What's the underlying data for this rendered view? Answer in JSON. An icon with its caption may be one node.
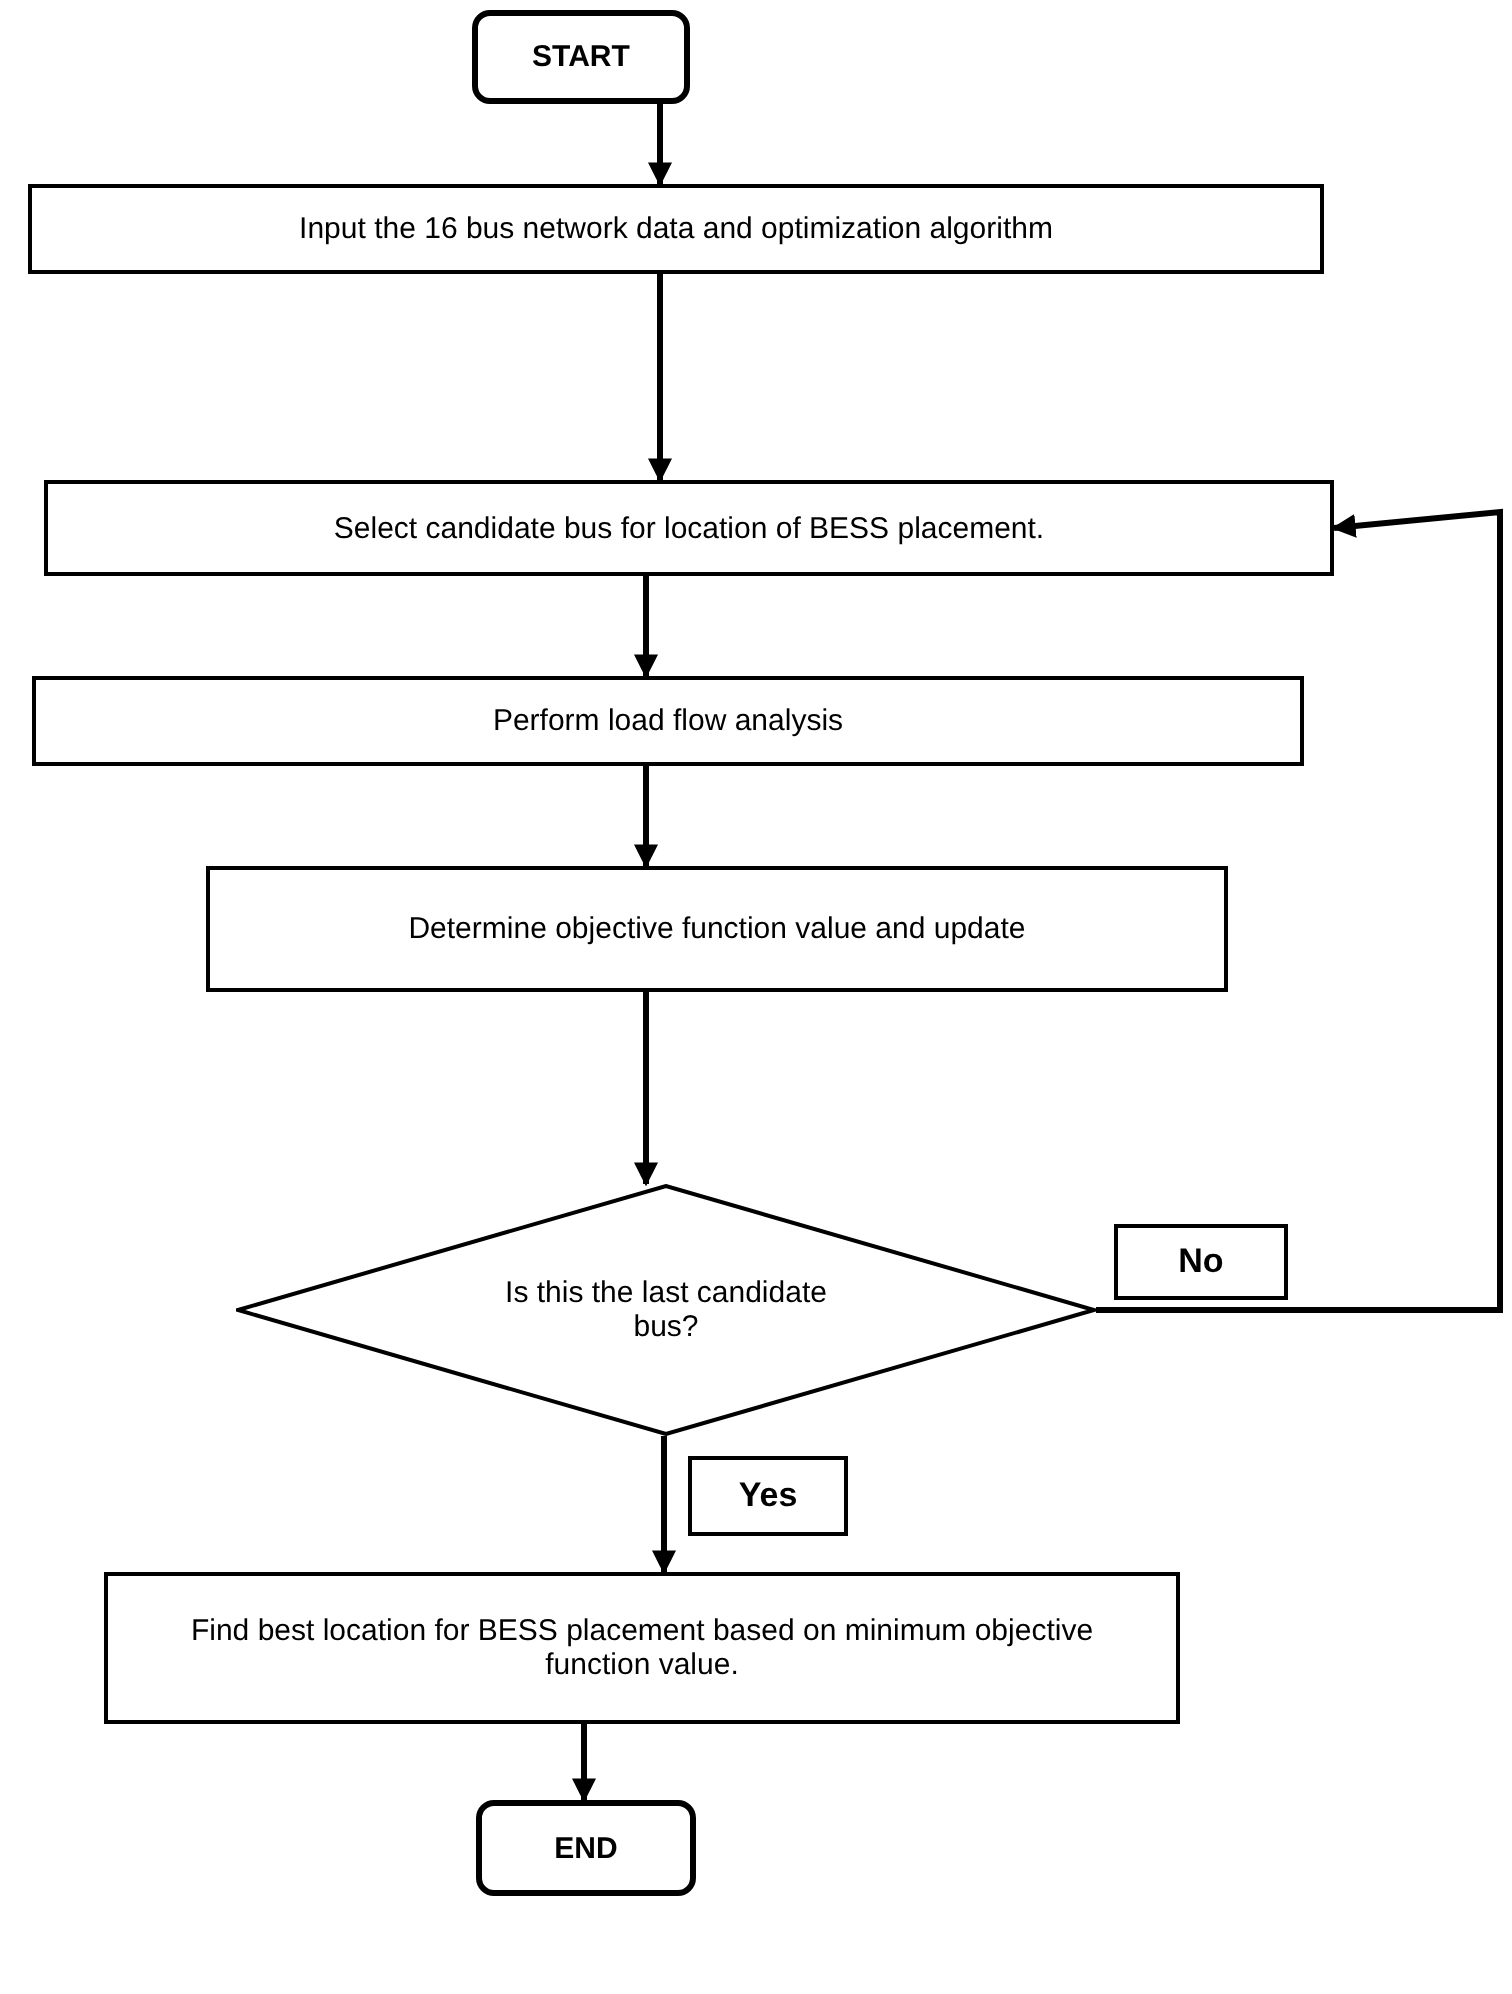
{
  "diagram": {
    "nodes": [
      {
        "text": [
          "START"
        ]
      },
      {
        "text": [
          "Input the 16 bus network data and optimization algorithm"
        ]
      },
      {
        "text": [
          "Select candidate bus for location of BESS placement."
        ]
      },
      {
        "text": [
          "Perform load flow analysis"
        ]
      },
      {
        "text": [
          "Determine objective function value and update"
        ]
      },
      {
        "text": [
          "Is this the last candidate bus?"
        ]
      },
      {
        "text": [
          "Find best location for BESS placement based on minimum objective function value."
        ]
      },
      {
        "text": [
          "END"
        ]
      }
    ],
    "edges": [
      {
        "from": 0,
        "to": 1,
        "arrow": "to"
      },
      {
        "from": 1,
        "to": 2,
        "arrow": "to"
      },
      {
        "from": 2,
        "to": 3,
        "arrow": "to"
      },
      {
        "from": 3,
        "to": 4,
        "arrow": "to"
      },
      {
        "from": 4,
        "to": 5,
        "arrow": "to"
      },
      {
        "from": 5,
        "to": 2,
        "arrow": "to",
        "label": "No"
      },
      {
        "from": 5,
        "to": 6,
        "arrow": "to",
        "label": "Yes"
      },
      {
        "from": 6,
        "to": 7,
        "arrow": "to"
      }
    ]
  }
}
